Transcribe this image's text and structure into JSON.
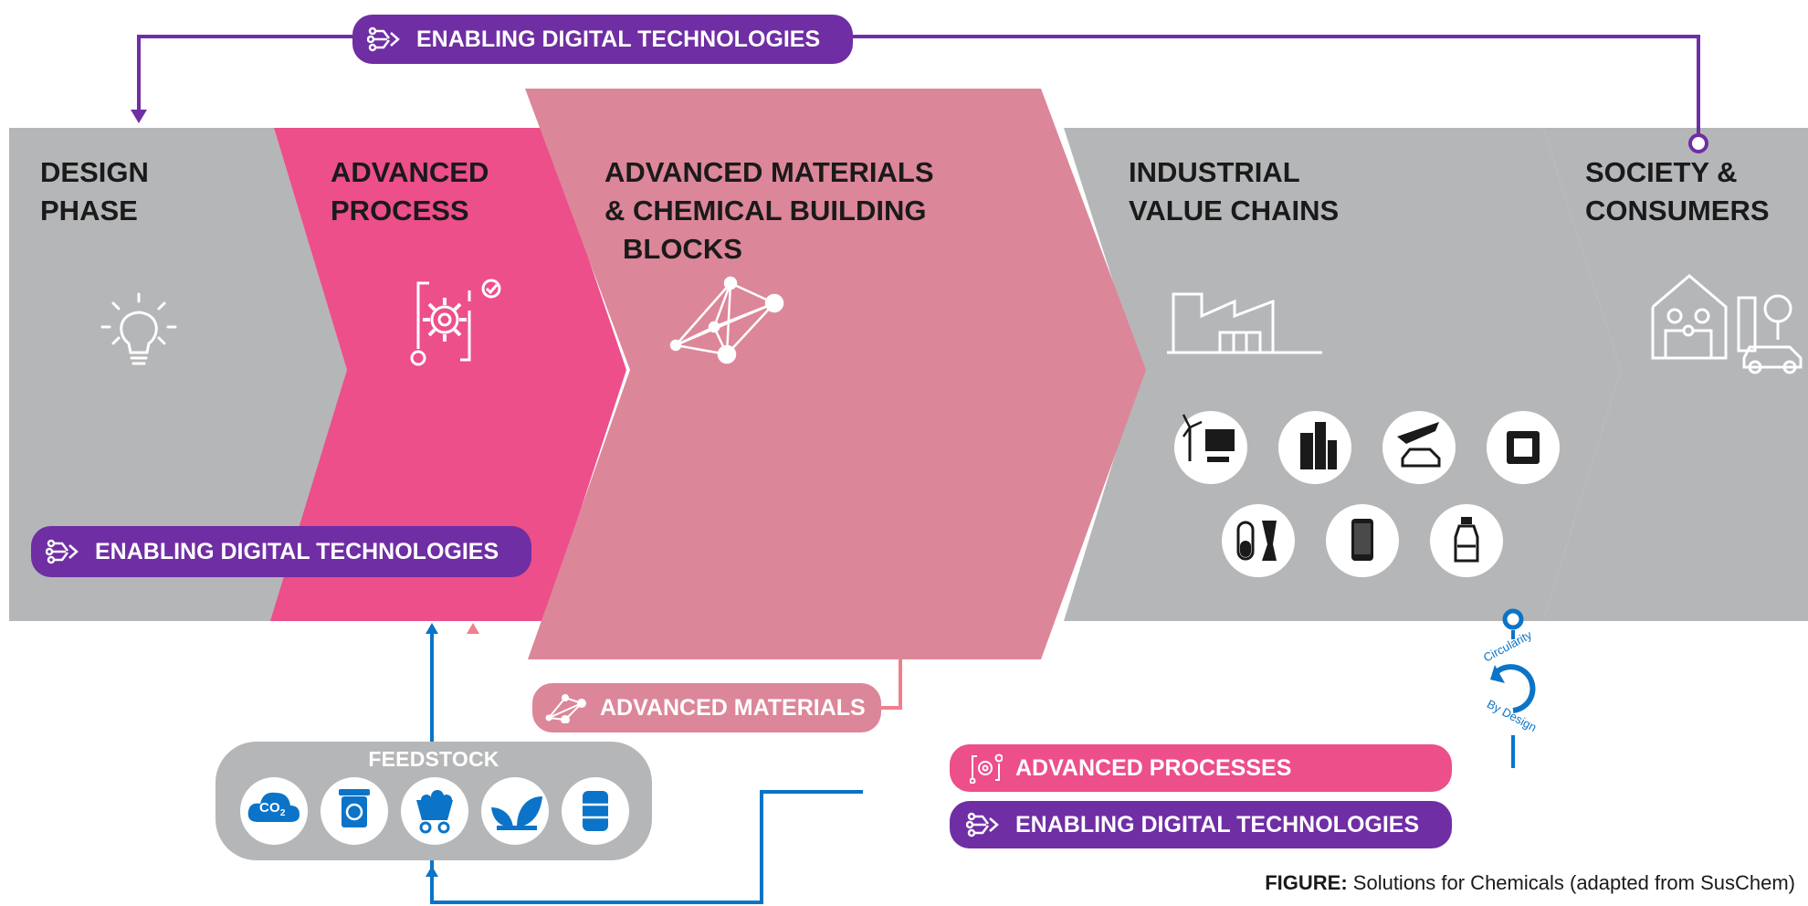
{
  "top_bar": {
    "label": "ENABLING DIGITAL TECHNOLOGIES"
  },
  "stages": [
    {
      "line1": "DESIGN",
      "line2": "PHASE"
    },
    {
      "line1": "ADVANCED",
      "line2": "PROCESS"
    },
    {
      "line1": "ADVANCED MATERIALS",
      "line2": "& CHEMICAL BUILDING",
      "line3": "BLOCKS"
    },
    {
      "line1": "INDUSTRIAL",
      "line2": "VALUE CHAINS"
    },
    {
      "line1": "SOCIETY &",
      "line2": "CONSUMERS"
    }
  ],
  "inner_pill": {
    "label": "ENABLING DIGITAL TECHNOLOGIES"
  },
  "materials_pill": {
    "label": "ADVANCED MATERIALS"
  },
  "feedstock": {
    "title": "FEEDSTOCK",
    "icons": [
      "co2-cloud-icon",
      "recycle-bin-icon",
      "mine-cart-icon",
      "plant-icon",
      "oil-barrel-icon"
    ],
    "co2_text": "CO",
    "co2_sub": "2"
  },
  "value_chain_icons": [
    "wind-solar-icon",
    "buildings-icon",
    "plane-car-icon",
    "chip-icon",
    "pill-prosthesis-icon",
    "smartphone-icon",
    "bottle-icon"
  ],
  "processes_pill": {
    "label": "ADVANCED PROCESSES"
  },
  "digital_pill": {
    "label": "ENABLING DIGITAL TECHNOLOGIES"
  },
  "circularity": {
    "top": "Circularity",
    "bottom": "By Design"
  },
  "caption": {
    "bold": "FIGURE:",
    "text": " Solutions for Chemicals (adapted from SusChem)"
  },
  "colors": {
    "grey": "#b5b6b8",
    "magenta": "#ec4f8a",
    "pink": "#dc8699",
    "purple": "#6f2ea3",
    "blue": "#0b74c8",
    "salmon": "#f07f8c"
  }
}
